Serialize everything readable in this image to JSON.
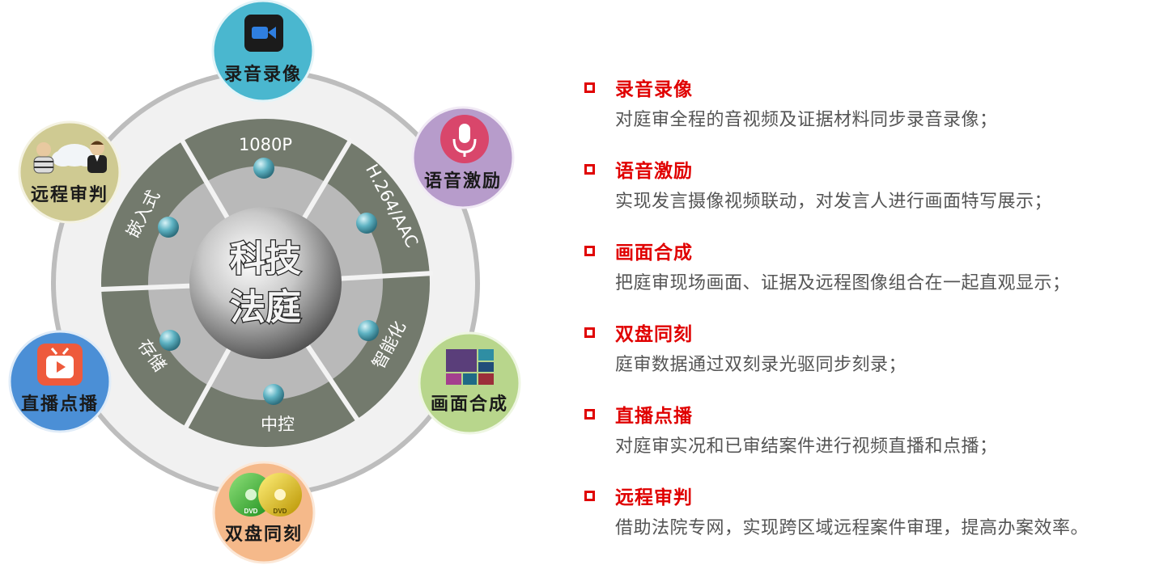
{
  "hub": {
    "line1": "科技",
    "line2": "法庭"
  },
  "ring_segments": [
    {
      "label": "1080P"
    },
    {
      "label": "H.264/AAC"
    },
    {
      "label": "智能化"
    },
    {
      "label": "中控"
    },
    {
      "label": "存储"
    },
    {
      "label": "嵌入式"
    }
  ],
  "bubbles": [
    {
      "label": "录音录像",
      "icon": "video-camera-icon",
      "color": "#4ab7cf"
    },
    {
      "label": "语音激励",
      "icon": "microphone-icon",
      "color": "#b79ccb"
    },
    {
      "label": "画面合成",
      "icon": "screen-layout-icon",
      "color": "#b8d68c"
    },
    {
      "label": "双盘同刻",
      "icon": "dvd-discs-icon",
      "color": "#f5b98a"
    },
    {
      "label": "直播点播",
      "icon": "live-tv-icon",
      "color": "#4b8fd6"
    },
    {
      "label": "远程审判",
      "icon": "remote-trial-icon",
      "color": "#cfca92"
    }
  ],
  "features": [
    {
      "title": "录音录像",
      "desc": "对庭审全程的音视频及证据材料同步录音录像；"
    },
    {
      "title": "语音激励",
      "desc": "实现发言摄像视频联动，对发言人进行画面特写展示；"
    },
    {
      "title": "画面合成",
      "desc": "把庭审现场画面、证据及远程图像组合在一起直观显示；"
    },
    {
      "title": "双盘同刻",
      "desc": "庭审数据通过双刻录光驱同步刻录；"
    },
    {
      "title": "直播点播",
      "desc": "对庭审实况和已审结案件进行视频直播和点播；"
    },
    {
      "title": "远程审判",
      "desc": "借助法院专网，实现跨区域远程案件审理，提高办案效率。"
    }
  ],
  "colors": {
    "accent": "#e00000",
    "ring_dark": "#737a6d",
    "ring_light": "#b9b9b9",
    "desc_text": "#555555"
  }
}
